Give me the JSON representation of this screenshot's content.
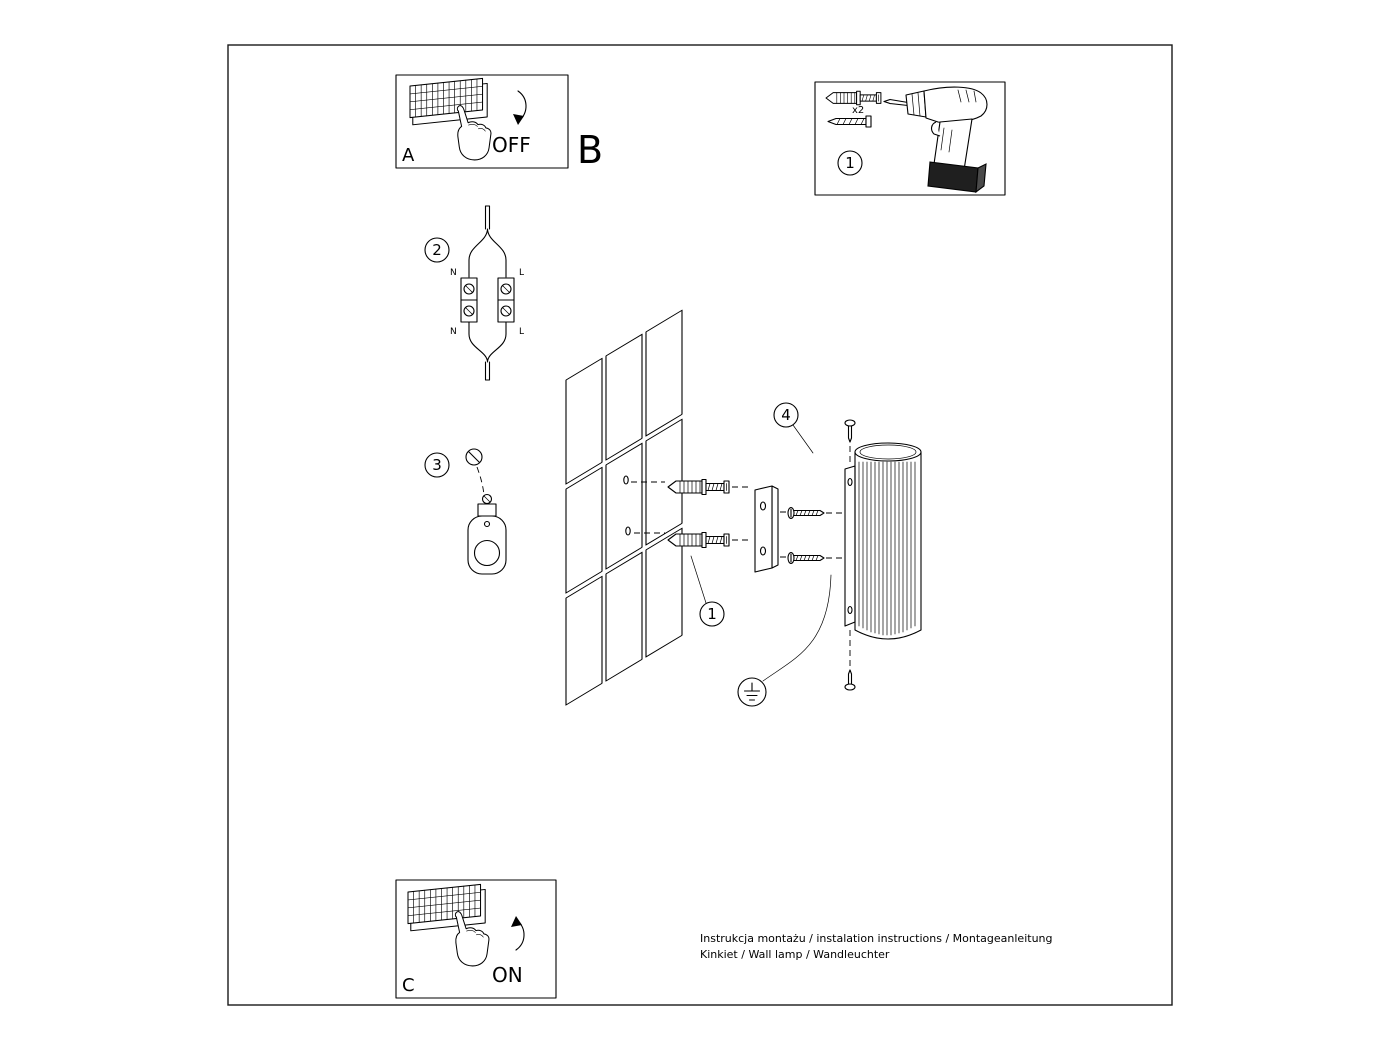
{
  "sheet": {
    "footer_line1": "Instrukcja montażu / instalation instructions / Montageanleitung",
    "footer_line2": "Kinkiet / Wall lamp / Wandleuchter"
  },
  "panel_a": {
    "letter": "A",
    "switch_state": "OFF"
  },
  "panel_b": {
    "letter": "B"
  },
  "panel_c": {
    "letter": "C",
    "switch_state": "ON"
  },
  "tools_panel": {
    "step_number": "1",
    "anchor_quantity": "x2"
  },
  "callouts": {
    "step1": "1",
    "step2": "2",
    "step3": "3",
    "step4": "4"
  },
  "terminal_labels": {
    "top_n": "N",
    "top_l": "L",
    "bottom_n": "N",
    "bottom_l": "L"
  }
}
